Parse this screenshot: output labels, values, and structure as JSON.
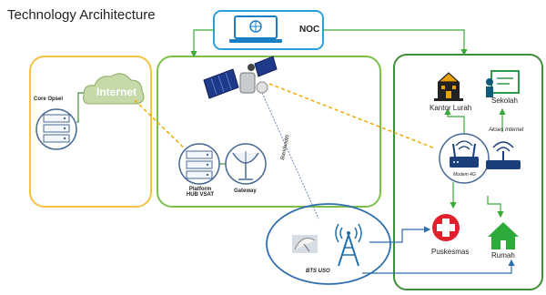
{
  "title": "Technology Arcihitecture",
  "noc": {
    "label": "NOC"
  },
  "opsel": {
    "core_label": "Core Opsel",
    "internet_label": "Internet"
  },
  "hub": {
    "platform_line1": "Platform",
    "platform_line2": "HUB VSAT",
    "gateway_label": "Gateway"
  },
  "link": {
    "bandwidth_label": "Bandwidth"
  },
  "bts": {
    "label": "BTS USO"
  },
  "village": {
    "kantor_label": "Kantor Lurah",
    "sekolah_label": "Sekolah",
    "akses_label": "Akses Internet",
    "modem_label": "Modem 4G",
    "puskesmas_label": "Puskesmas",
    "rumah_label": "Rumah"
  },
  "colors": {
    "yellow_border": "#f5c242",
    "green_border": "#7cc04a",
    "dark_green_border": "#3e8f3a",
    "blue_border": "#2f6fb0",
    "noc_border": "#29a3d9",
    "orange_dash": "#f2a900",
    "green_arrow": "#3aaa3a"
  }
}
